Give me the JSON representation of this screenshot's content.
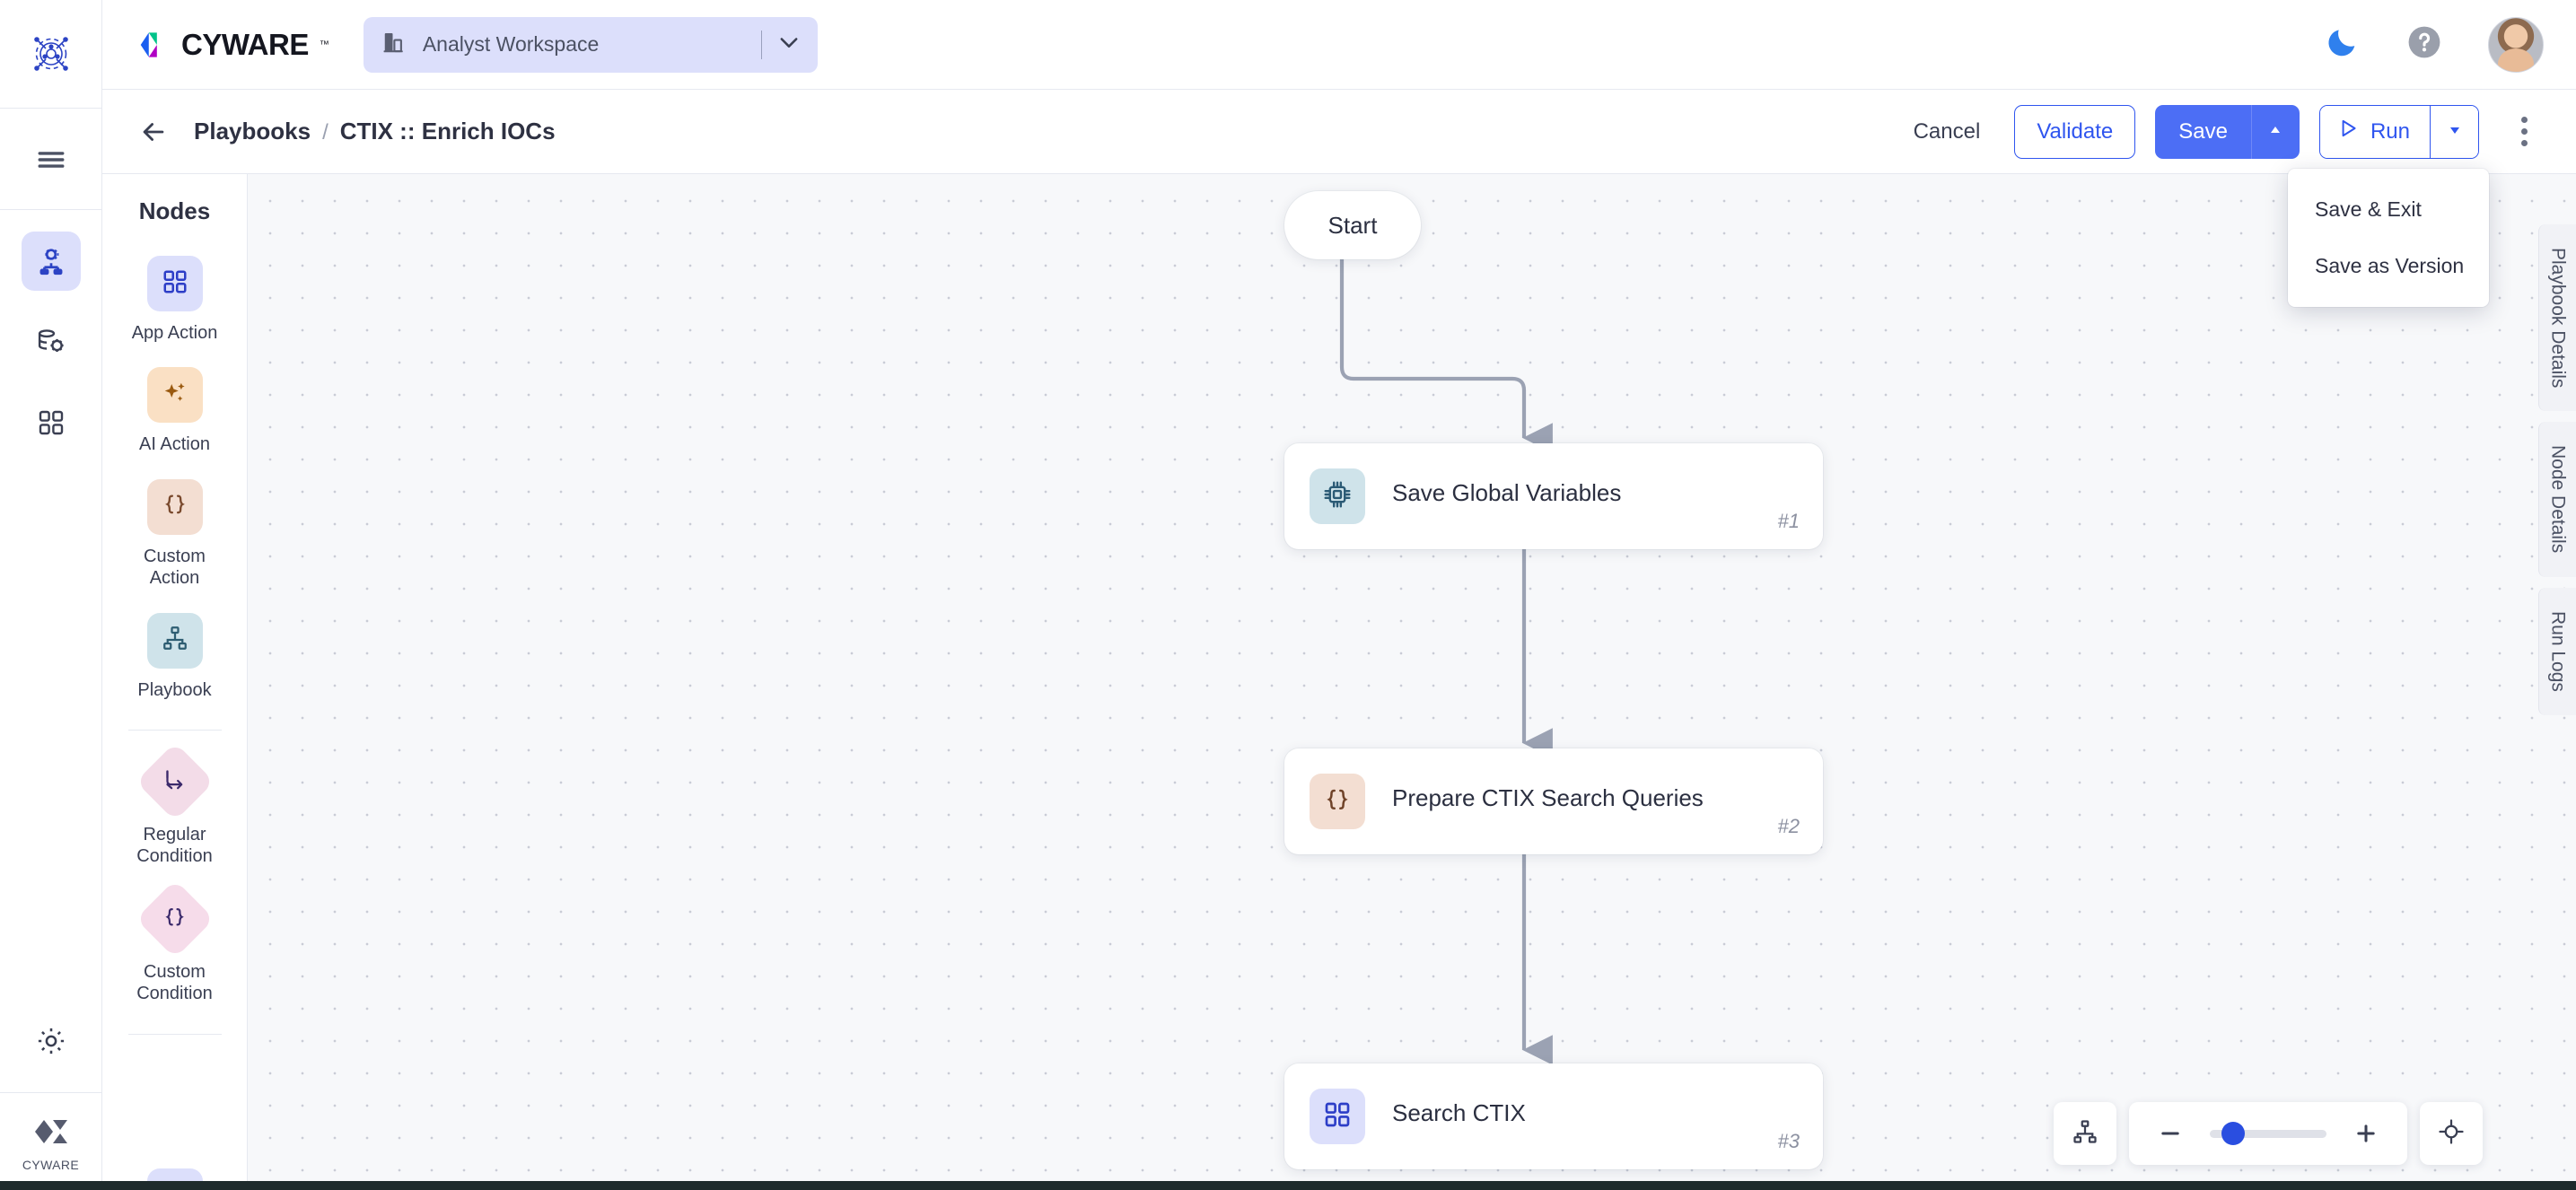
{
  "app": {
    "brand_name": "CYWARE",
    "brand_tm": "™",
    "logo_icon": "cyware-network-logo-icon"
  },
  "workspace_selector": {
    "icon": "building-icon",
    "label": "Analyst Workspace",
    "caret_icon": "chevron-down-icon"
  },
  "topbar_right": {
    "dark_mode_icon": "moon-icon",
    "help_icon": "question-circle-icon",
    "avatar_icon": "user-avatar"
  },
  "rail": {
    "items": [
      {
        "icon": "hamburger-menu-icon",
        "name": "menu-toggle",
        "active": false
      },
      {
        "icon": "orchestrate-gear-nodes-icon",
        "name": "orchestrate",
        "active": true
      },
      {
        "icon": "database-gear-icon",
        "name": "data-management",
        "active": false
      },
      {
        "icon": "grid-apps-icon",
        "name": "apps",
        "active": false
      }
    ],
    "settings_icon": "gear-icon",
    "footer_icon": "cyware-mark-icon",
    "footer_label": "CYWARE"
  },
  "subbar": {
    "back_icon": "arrow-left-icon",
    "breadcrumb": {
      "root": "Playbooks",
      "separator": "/",
      "current": "CTIX :: Enrich IOCs"
    },
    "cancel_label": "Cancel",
    "validate_label": "Validate",
    "save_label": "Save",
    "save_caret_icon": "caret-up-icon",
    "run_label": "Run",
    "run_icon": "play-triangle-icon",
    "run_caret_icon": "caret-down-icon",
    "kebab_icon": "more-vertical-icon"
  },
  "save_menu": {
    "open": true,
    "items": [
      {
        "label": "Save & Exit"
      },
      {
        "label": "Save as Version"
      }
    ]
  },
  "nodes_panel": {
    "title": "Nodes",
    "items": [
      {
        "label": "App Action",
        "icon": "grid-apps-icon",
        "shape": "rounded",
        "bg": "#dcdffb",
        "fg": "#2d3ec7",
        "divider_after": false
      },
      {
        "label": "AI Action",
        "icon": "sparkles-icon",
        "shape": "rounded",
        "bg": "#fae0c4",
        "fg": "#9a5a10",
        "divider_after": false
      },
      {
        "label": "Custom\nAction",
        "icon": "curly-braces-icon",
        "shape": "rounded",
        "bg": "#f3ded2",
        "fg": "#7a4a2e",
        "divider_after": false
      },
      {
        "label": "Playbook",
        "icon": "sitemap-icon",
        "shape": "rounded",
        "bg": "#cfe3ea",
        "fg": "#2e5d72",
        "divider_after": true
      },
      {
        "label": "Regular\nCondition",
        "icon": "branch-arrow-icon",
        "shape": "diamond",
        "bg": "#f3dce8",
        "fg": "#3b2a6b",
        "divider_after": false
      },
      {
        "label": "Custom\nCondition",
        "icon": "curly-braces-icon",
        "shape": "diamond",
        "bg": "#f6dcea",
        "fg": "#3b2a6b",
        "divider_after": true
      }
    ]
  },
  "canvas": {
    "start_node": {
      "label": "Start"
    },
    "nodes": [
      {
        "title": "Save Global Variables",
        "number": "#1",
        "icon": "cpu-chip-icon",
        "icon_bg": "#cfe3ea",
        "icon_fg": "#2b5a75"
      },
      {
        "title": "Prepare CTIX Search Queries",
        "number": "#2",
        "icon": "curly-braces-icon",
        "icon_bg": "#f3ded2",
        "icon_fg": "#6f4228"
      },
      {
        "title": "Search CTIX",
        "number": "#3",
        "icon": "grid-apps-icon",
        "icon_bg": "#dcdffb",
        "icon_fg": "#2d3ec7"
      }
    ]
  },
  "right_tabs": [
    {
      "label": "Playbook Details"
    },
    {
      "label": "Node Details"
    },
    {
      "label": "Run Logs"
    }
  ],
  "zoom_controls": {
    "layout_icon": "sitemap-icon",
    "minus_icon": "minus-icon",
    "plus_icon": "plus-icon",
    "fit_icon": "crosshair-target-icon",
    "slider_value": 20
  },
  "colors": {
    "accent_blue": "#4c6ef5",
    "link_blue": "#2f55ef",
    "workspace_chip": "#dcdffb",
    "canvas_bg": "#f7f8fa"
  }
}
